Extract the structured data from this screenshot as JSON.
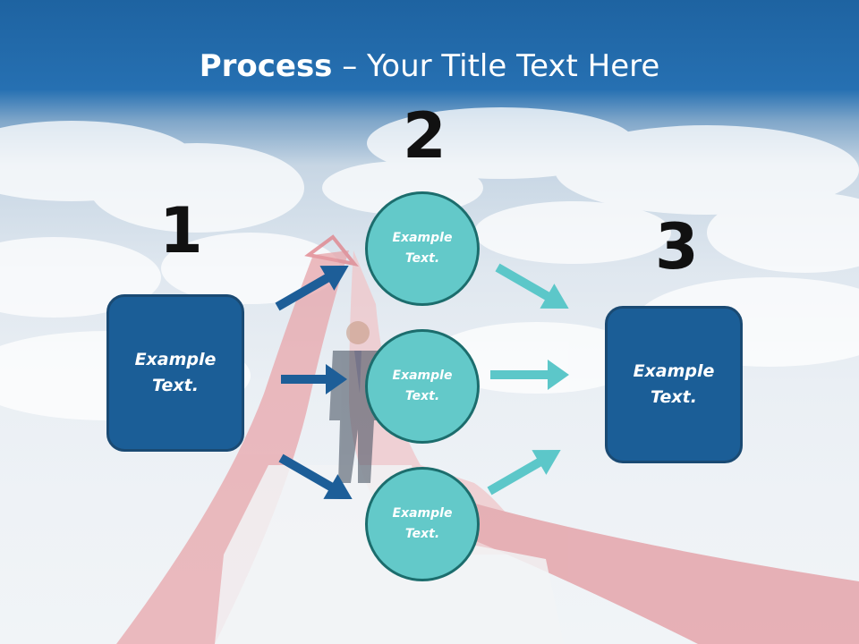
{
  "title": {
    "bold": "Process",
    "rest": " – Your Title Text Here"
  },
  "steps": {
    "n1": "1",
    "n2": "2",
    "n3": "3"
  },
  "left_box": "Example Text.",
  "right_box": "Example Text.",
  "circles": [
    "Example Text.",
    "Example Text.",
    "Example Text."
  ],
  "colors": {
    "header_blue": "#2670b2",
    "box_fill": "#1b5e97",
    "circle_fill": "#63c9c9",
    "dark_arrow": "#1d5e98",
    "teal_arrow": "#5cc7c9",
    "stair_red": "#e5a0a6"
  },
  "icons": [
    "cloud-background",
    "red-staircase",
    "businessman-photo"
  ]
}
